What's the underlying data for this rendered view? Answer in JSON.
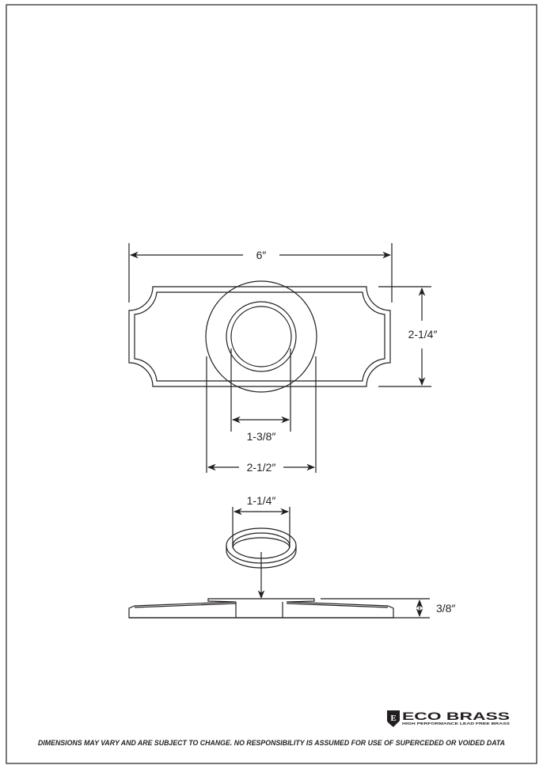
{
  "drawing": {
    "dimensions": {
      "width": "6″",
      "height": "2-1/4″",
      "inner_diameter": "1-3/8″",
      "outer_diameter": "2-1/2″",
      "ring_diameter": "1-1/4″",
      "thickness": "3/8″"
    }
  },
  "logo": {
    "brand": "ECO BRASS",
    "tagline": "HIGH PERFORMANCE LEAD FREE BRASS",
    "emblem_letter": "E"
  },
  "footer": {
    "disclaimer": "DIMENSIONS MAY VARY AND ARE SUBJECT TO CHANGE. NO RESPONSIBILITY IS ASSUMED FOR USE OF SUPERCEDED OR VOIDED DATA"
  },
  "colors": {
    "ink": "#231f20",
    "background": "#ffffff"
  }
}
